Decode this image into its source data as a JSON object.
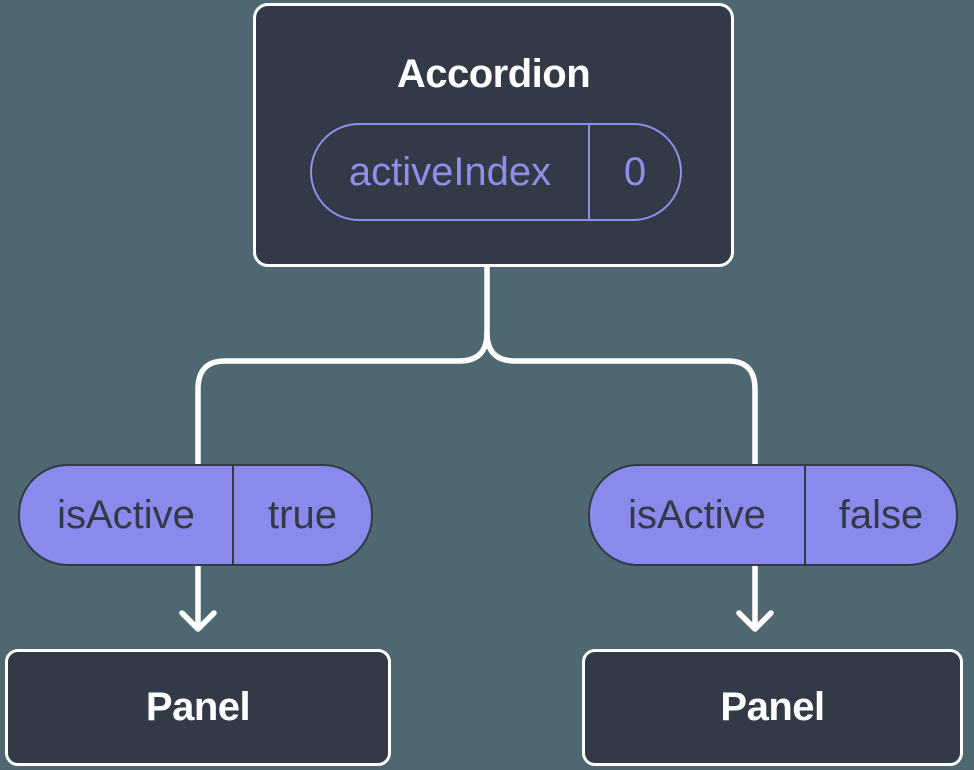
{
  "colors": {
    "canvas_background": "#4E6770",
    "node_fill": "#333A47",
    "node_border": "#FFFFFF",
    "node_text": "#FFFFFF",
    "connector": "#FFFFFF",
    "prop_pill_fill": "#8A8AEC",
    "prop_pill_border": "#333A47",
    "prop_pill_text": "#333A47",
    "state_pill_outline": "#8E8FE8",
    "state_pill_text": "#8E8FE8"
  },
  "tree": {
    "root": {
      "title": "Accordion",
      "state": {
        "name": "activeIndex",
        "value": "0"
      }
    },
    "branches": [
      {
        "prop": {
          "name": "isActive",
          "value": "true"
        },
        "child": {
          "title": "Panel"
        }
      },
      {
        "prop": {
          "name": "isActive",
          "value": "false"
        },
        "child": {
          "title": "Panel"
        }
      }
    ]
  }
}
